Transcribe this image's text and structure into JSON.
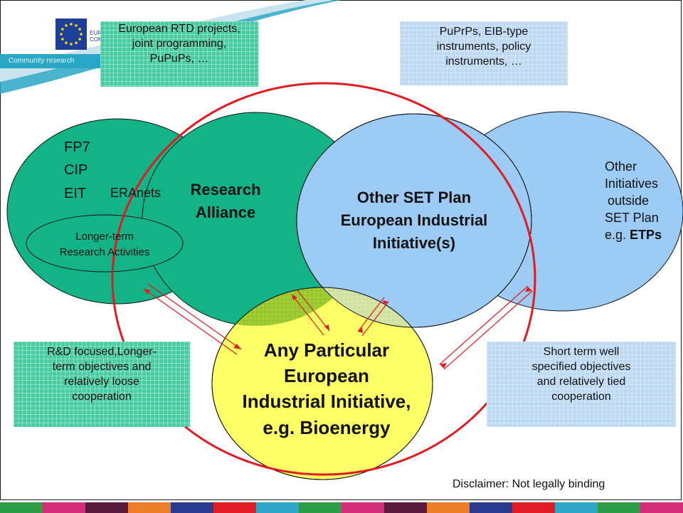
{
  "logo": {
    "top_text": "EUROPEAN",
    "bottom_text": "COMMISSION",
    "banner": "Community research"
  },
  "notes": {
    "top_left": [
      "European RTD projects,",
      "joint programming,",
      "PuPuPs, …"
    ],
    "top_right": [
      "PuPrPs, EIB-type",
      "instruments, policy",
      "instruments, …"
    ],
    "bottom_left": [
      "R&D focused,Longer-",
      "term objectives and",
      "relatively loose",
      "cooperation"
    ],
    "bottom_right": [
      "Short term well",
      "specified objectives",
      "and relatively tied",
      "cooperation"
    ]
  },
  "circles": {
    "fp7": [
      "FP7",
      "CIP",
      "EIT"
    ],
    "eranets": "ERAnets",
    "longer_term": [
      "Longer-term",
      "Research Activities"
    ],
    "research_alliance": [
      "Research",
      "Alliance"
    ],
    "other_set": [
      "Other SET Plan",
      "European Industrial",
      "Initiative(s)"
    ],
    "other_initiatives": [
      "Other",
      "Initiatives",
      "outside",
      "SET Plan"
    ],
    "etps_prefix": "e.g. ",
    "etps_bold": "ETPs",
    "particular": [
      "Any Particular",
      "European",
      "Industrial Initiative,",
      "e.g. Bioenergy"
    ]
  },
  "disclaimer": "Disclaimer: Not legally binding",
  "colors": {
    "green": "#12b386",
    "light_blue": "#9ccbf6",
    "yellow": "#ffff66",
    "red": "#e11b22"
  },
  "stripe_colors": [
    "#2e9b45",
    "#d62d7a",
    "#5a1a3c",
    "#ee7d2a",
    "#2a3a8f",
    "#e11b22",
    "#2fa6c8",
    "#2e9b45",
    "#d62d7a",
    "#5a1a3c",
    "#ee7d2a",
    "#2a3a8f",
    "#e11b22",
    "#2fa6c8",
    "#2e9b45",
    "#d62d7a"
  ]
}
